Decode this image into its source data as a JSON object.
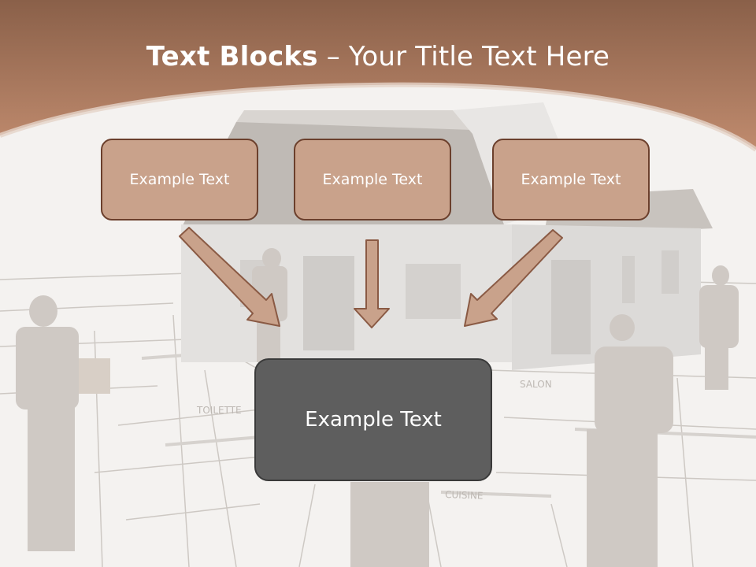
{
  "slide": {
    "title_bold": "Text Blocks",
    "title_dash": " – ",
    "title_rest": "Your Title Text Here"
  },
  "blocks": {
    "top": [
      "Example Text",
      "Example Text",
      "Example Text"
    ],
    "main": "Example Text"
  },
  "colors": {
    "header": "#a9775d",
    "header_light": "#c99b82",
    "box_fill": "#c9a28b",
    "box_border": "#6b3f2c",
    "main_box_fill": "#5e5e5e",
    "arrow_fill": "#c9a28b",
    "arrow_border": "#8a5a44"
  },
  "background": {
    "image": "faded blueprint with house model and workers"
  }
}
